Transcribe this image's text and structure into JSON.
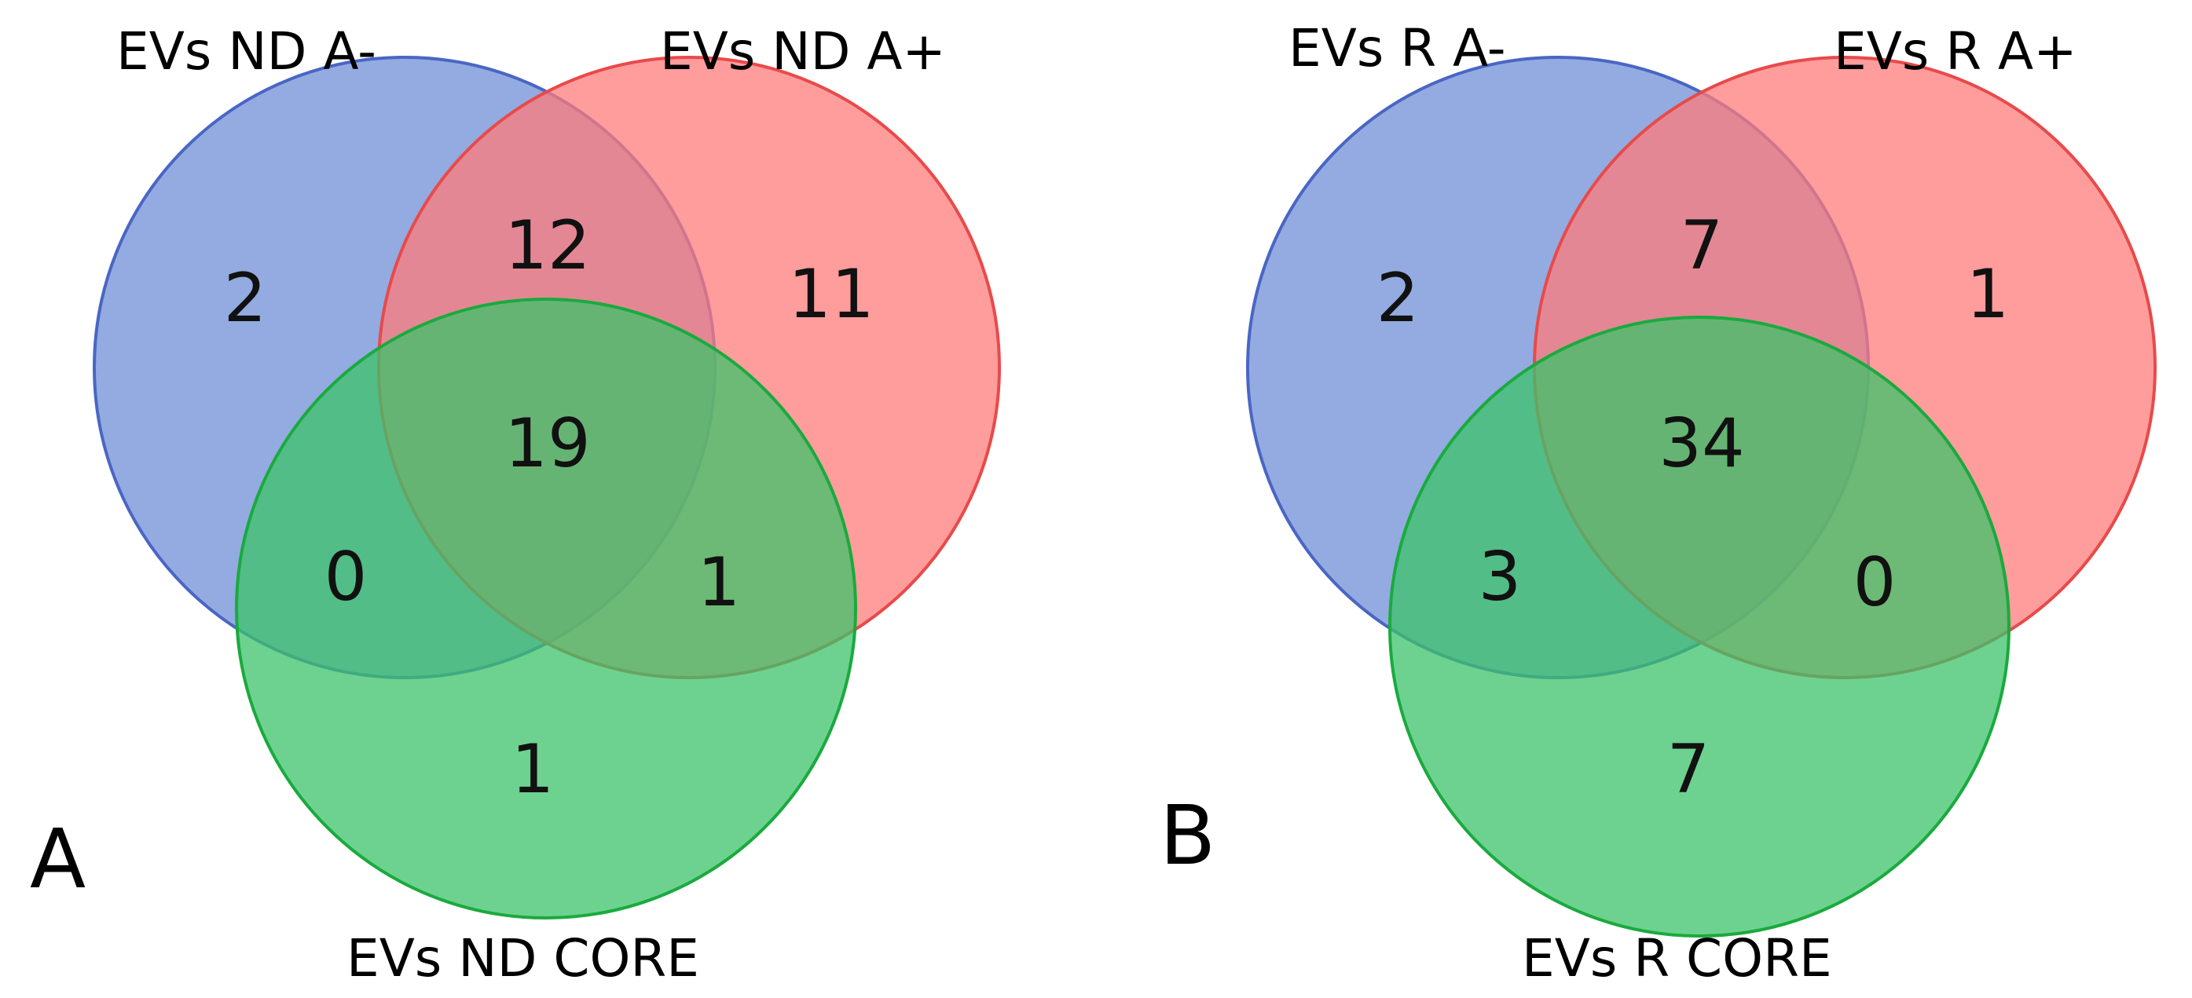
{
  "colors": {
    "set1": "#6f8fd6",
    "set1_stroke": "#4a66c4",
    "set2": "#ff7b7b",
    "set2_stroke": "#e84a4a",
    "set3": "#3cc36a",
    "set3_stroke": "#1aaa3e"
  },
  "panels": [
    {
      "letter": "A",
      "sets": [
        "EVs ND A-",
        "EVs ND A+",
        "EVs ND CORE"
      ],
      "regions": {
        "only_1": "2",
        "only_2": "11",
        "only_3": "1",
        "r12": "12",
        "r13": "0",
        "r23": "1",
        "r123": "19"
      }
    },
    {
      "letter": "B",
      "sets": [
        "EVs R A-",
        "EVs R A+",
        "EVs R CORE"
      ],
      "regions": {
        "only_1": "2",
        "only_2": "1",
        "only_3": "7",
        "r12": "7",
        "r13": "3",
        "r23": "0",
        "r123": "34"
      }
    }
  ]
}
